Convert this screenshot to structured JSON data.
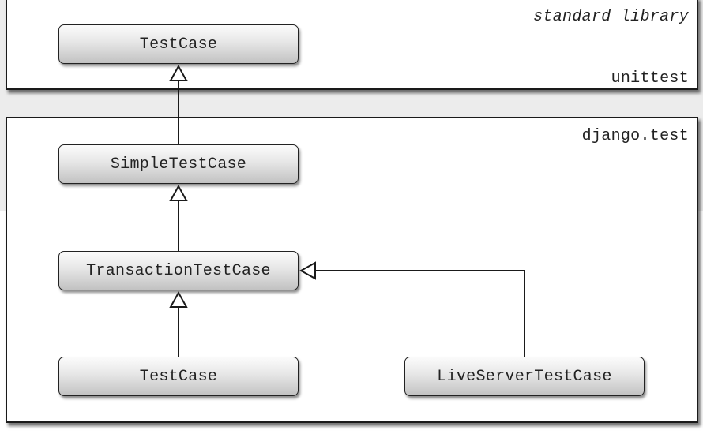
{
  "packages": {
    "stdlib_label": "standard library",
    "unittest_label": "unittest",
    "django_label": "django.test"
  },
  "classes": {
    "unittest_testcase": "TestCase",
    "simple_testcase": "SimpleTestCase",
    "transaction_testcase": "TransactionTestCase",
    "django_testcase": "TestCase",
    "liveserver_testcase": "LiveServerTestCase"
  },
  "colors": {
    "line": "#1a1a1a",
    "box_top": "#fbfbfb",
    "box_bottom": "#c2c2c2",
    "band": "#ececec"
  }
}
